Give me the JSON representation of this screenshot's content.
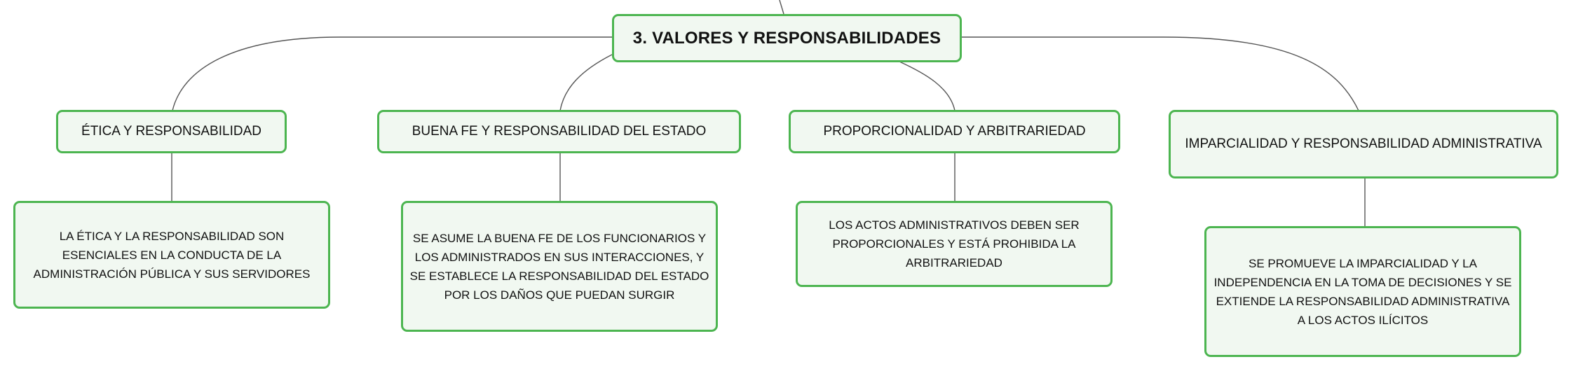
{
  "root": {
    "label": "3. VALORES Y RESPONSABILIDADES"
  },
  "branches": [
    {
      "label": "ÉTICA Y RESPONSABILIDAD",
      "description": "LA ÉTICA Y LA RESPONSABILIDAD SON ESENCIALES EN LA CONDUCTA DE LA ADMINISTRACIÓN PÚBLICA Y SUS SERVIDORES"
    },
    {
      "label": "BUENA FE Y RESPONSABILIDAD DEL ESTADO",
      "description": "SE ASUME LA BUENA FE DE LOS FUNCIONARIOS Y LOS ADMINISTRADOS EN SUS INTERACCIONES, Y SE ESTABLECE LA RESPONSABILIDAD DEL ESTADO POR LOS DAÑOS QUE PUEDAN SURGIR"
    },
    {
      "label": "PROPORCIONALIDAD Y ARBITRARIEDAD",
      "description": "LOS ACTOS ADMINISTRATIVOS DEBEN SER PROPORCIONALES Y ESTÁ PROHIBIDA LA ARBITRARIEDAD"
    },
    {
      "label": "IMPARCIALIDAD Y RESPONSABILIDAD ADMINISTRATIVA",
      "description": "SE PROMUEVE LA IMPARCIALIDAD Y LA INDEPENDENCIA EN LA TOMA DE DECISIONES Y SE EXTIENDE LA RESPONSABILIDAD ADMINISTRATIVA A LOS ACTOS ILÍCITOS"
    }
  ],
  "colors": {
    "border": "#4cb550",
    "fill": "#f1f8f1",
    "connector": "#555555"
  }
}
